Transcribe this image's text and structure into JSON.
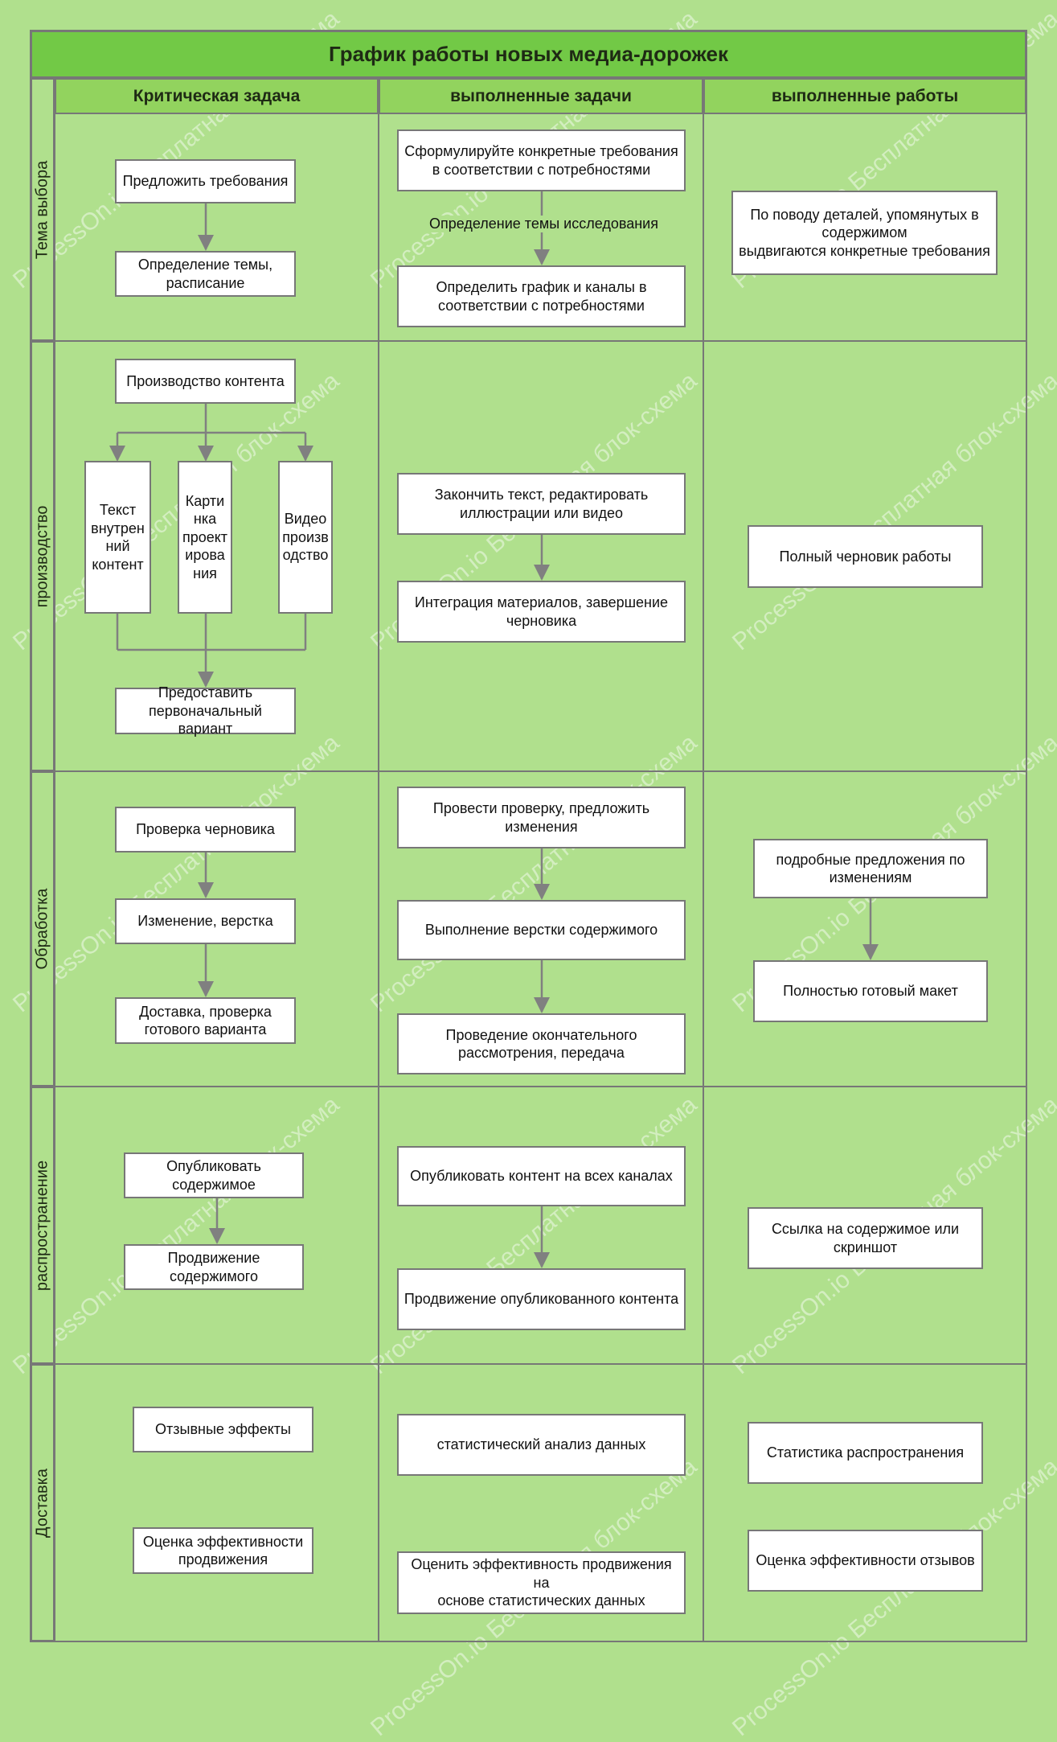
{
  "title": "График работы новых медиа-дорожек",
  "columns": [
    "Критическая задача",
    "выполненные задачи",
    "выполненные работы"
  ],
  "lanes": [
    "Тема выбора",
    "производство",
    "Обработка",
    "распространение",
    "Доставка"
  ],
  "nodes": {
    "propose_requirements": "Предложить требования",
    "topic_schedule": "Определение темы,\nрасписание",
    "formulate_requirements": "Сформулируйте конкретные требования\nв соответствии с потребностями",
    "research_topic": "Определение темы исследования",
    "define_schedule_channels": "Определить график и каналы в\nсоответствии с потребностями",
    "details_requirements": "По поводу деталей, упомянутых в\nсодержимом\nвыдвигаются конкретные требования",
    "content_production": "Производство контента",
    "text_content": "Текст\nвнутрен\nний\nконтент",
    "image_design": "Карти\nнка\nпроект\nирова\nния",
    "video_production": "Видео\nпроизв\nодство",
    "initial_version": "Предоставить\nпервоначальный вариант",
    "finish_text": "Закончить текст, редактировать\nиллюстрации или видео",
    "integrate_materials": "Интеграция материалов, завершение\nчерновика",
    "full_draft": "Полный черновик работы",
    "check_draft": "Проверка черновика",
    "change_layout": "Изменение, верстка",
    "deliver_check": "Доставка, проверка\nготового варианта",
    "review_suggest": "Провести проверку, предложить\nизменения",
    "layout_content": "Выполнение верстки содержимого",
    "final_review": "Проведение окончательного\nрассмотрения, передача",
    "detailed_suggestions": "подробные предложения по\nизменениям",
    "ready_layout": "Полностью готовый макет",
    "publish_content": "Опубликовать\nсодержимое",
    "promote_content": "Продвижение\nсодержимого",
    "publish_all_channels": "Опубликовать контент на всех каналах",
    "promote_published": "Продвижение опубликованного контента",
    "link_screenshot": "Ссылка на содержимое или\nскриншот",
    "feedback_effects": "Отзывные эффекты",
    "promotion_efficiency": "Оценка эффективности\nпродвижения",
    "stat_analysis": "статистический анализ данных",
    "evaluate_promotion": "Оценить эффективность продвижения на\nоснове статистических данных",
    "distribution_stats": "Статистика распространения",
    "feedback_efficiency": "Оценка эффективности отзывов"
  },
  "watermark": "ProcessOn.io Бесплатная блок-схема",
  "colors": {
    "background": "#b0e08d",
    "title_fill": "#72c946",
    "header_fill": "#92d35e",
    "border": "#777777",
    "box_fill": "#ffffff",
    "arrow": "#808080"
  }
}
